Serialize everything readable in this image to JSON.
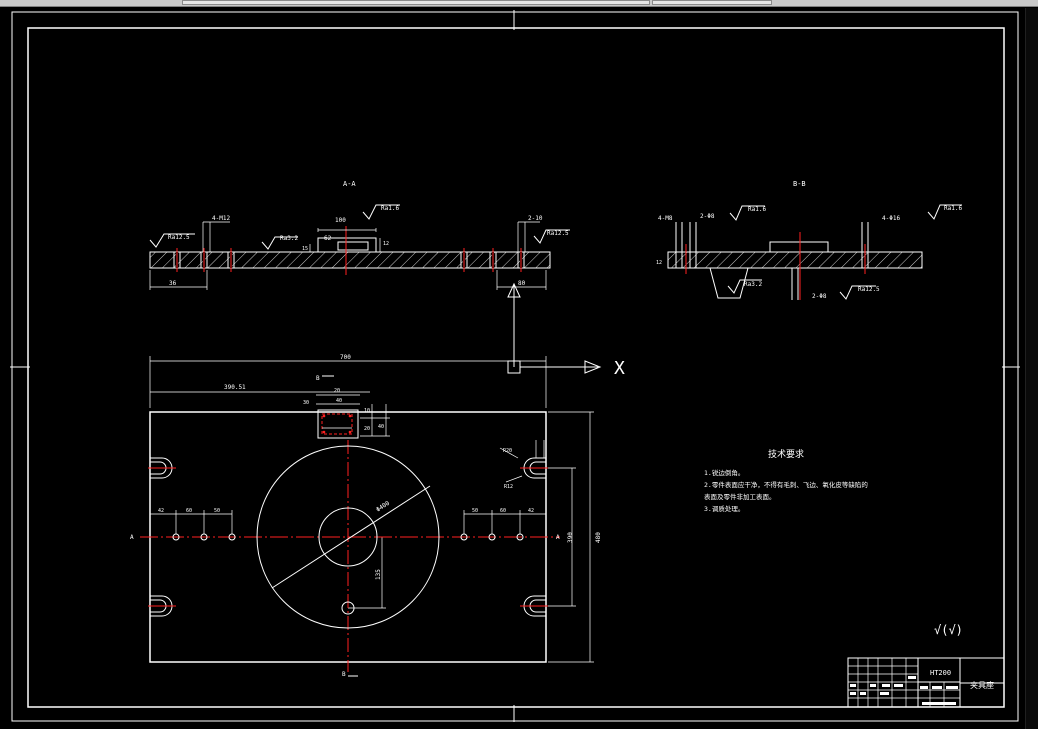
{
  "sections": {
    "aa_label": "A-A",
    "bb_label": "B-B",
    "aa_roughness": [
      "Ra12.5",
      "Ra3.2",
      "Ra1.6",
      "Ra12.5"
    ],
    "aa_dims": [
      "4-M12",
      "100",
      "62",
      "15",
      "12",
      "36",
      "80",
      "2-10"
    ],
    "bb_roughness": [
      "Ra1.6",
      "Ra1.6",
      "Ra3.2",
      "Ra12.5"
    ],
    "bb_dims": [
      "4-M8",
      "2-Φ8",
      "4-Φ16",
      "12",
      "2-Φ8"
    ]
  },
  "plan": {
    "overall_width": "700",
    "dim_top": "390.51",
    "slot_dims": [
      "20",
      "40",
      "30",
      "10",
      "20",
      "40"
    ],
    "hole_dims_left": [
      "42",
      "60",
      "50"
    ],
    "hole_dims_right": [
      "50",
      "60",
      "42"
    ],
    "radius_labels": [
      "R20",
      "R12"
    ],
    "diameter_label": "Φ400",
    "dim_135": "135",
    "dim_390": "390",
    "dim_480": "480",
    "section_marks": [
      "B",
      "A",
      "B",
      "A"
    ],
    "view_label": "X"
  },
  "notes": {
    "title": "技术要求",
    "items": [
      "1.锐边倒角。",
      "2.零件表面应干净，不得有毛刺、飞边、氧化皮等缺陷的",
      "    表面及零件非加工表面。",
      "3.调质处理。"
    ]
  },
  "roughness_symbol": "√(√)",
  "title_block": {
    "material": "HT200",
    "part_name": "夹具座"
  }
}
